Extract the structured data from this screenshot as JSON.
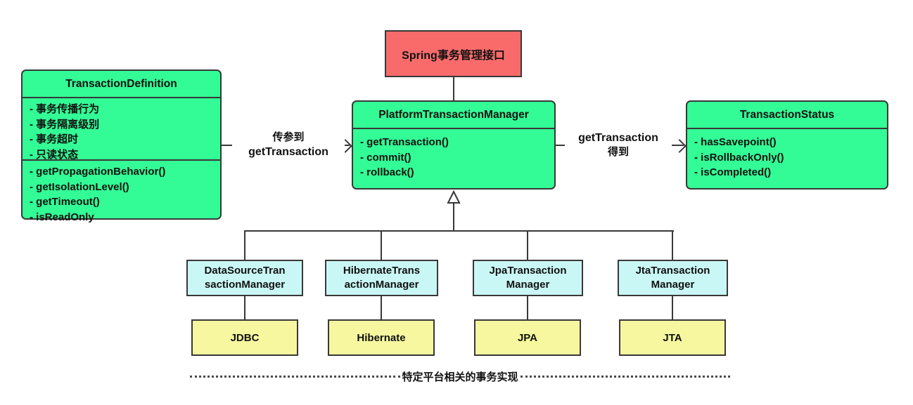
{
  "diagram": {
    "top_box": {
      "label": "Spring事务管理接口"
    },
    "transaction_definition": {
      "title": "TransactionDefinition",
      "attributes": [
        "- 事务传播行为",
        "- 事务隔离级别",
        "- 事务超时",
        "- 只读状态"
      ],
      "methods": [
        "- getPropagationBehavior()",
        "- getIsolationLevel()",
        "- getTimeout()",
        "- isReadOnly"
      ]
    },
    "platform_transaction_manager": {
      "title": "PlatformTransactionManager",
      "methods": [
        "- getTransaction()",
        "- commit()",
        "- rollback()"
      ]
    },
    "transaction_status": {
      "title": "TransactionStatus",
      "methods": [
        "- hasSavepoint()",
        "- isRollbackOnly()",
        "- isCompleted()"
      ]
    },
    "pass_arrow": {
      "line1": "传参到",
      "line2": "getTransaction"
    },
    "return_arrow": {
      "line1": "getTransaction",
      "line2": "得到"
    },
    "managers": [
      {
        "name": "DataSourceTran\nsactionManager",
        "platform": "JDBC"
      },
      {
        "name": "HibernateTrans\nactionManager",
        "platform": "Hibernate"
      },
      {
        "name": "JpaTransaction\nManager",
        "platform": "JPA"
      },
      {
        "name": "JtaTransaction\nManager",
        "platform": "JTA"
      }
    ],
    "footer": {
      "label": "特定平台相关的事务实现"
    },
    "colors": {
      "interface_green": "#33fb95",
      "highlight_red": "#f96b6b",
      "manager_cyan": "#c9f7f5",
      "platform_yellow": "#f7f7a0",
      "line": "#383838"
    }
  }
}
